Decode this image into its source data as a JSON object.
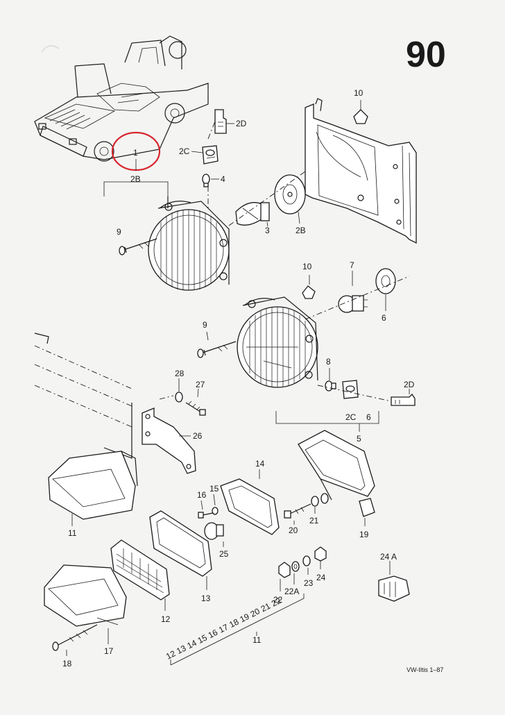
{
  "page_number": "90",
  "footer": "VW-Iltis 1–87",
  "highlight_color": "#d8262e",
  "callouts": {
    "c1": "1",
    "c2B_top": "2B",
    "c2D_top": "2D",
    "c2C_top": "2C",
    "c4": "4",
    "c10_top": "10",
    "c9_top": "9",
    "c3": "3",
    "c2B_mid": "2B",
    "c10_mid": "10",
    "c7": "7",
    "c6_mid": "6",
    "c9_mid": "9",
    "c8": "8",
    "c2D_mid": "2D",
    "c2C_mid": "2C",
    "c6_low": "6",
    "c5": "5",
    "c28": "28",
    "c27": "27",
    "c26": "26",
    "c14": "14",
    "c16": "16",
    "c15": "15",
    "c20": "20",
    "c21": "21",
    "c19": "19",
    "c25": "25",
    "c11_left": "11",
    "c13": "13",
    "c12": "12",
    "c24A": "24 A",
    "c24": "24",
    "c23": "23",
    "c22A": "22A",
    "c22": "22",
    "c17": "17",
    "c18": "18",
    "c11_bottom": "11"
  },
  "bracket_sequence": [
    "12",
    "13",
    "14",
    "15",
    "16",
    "17",
    "18",
    "19",
    "20",
    "21",
    "22"
  ]
}
